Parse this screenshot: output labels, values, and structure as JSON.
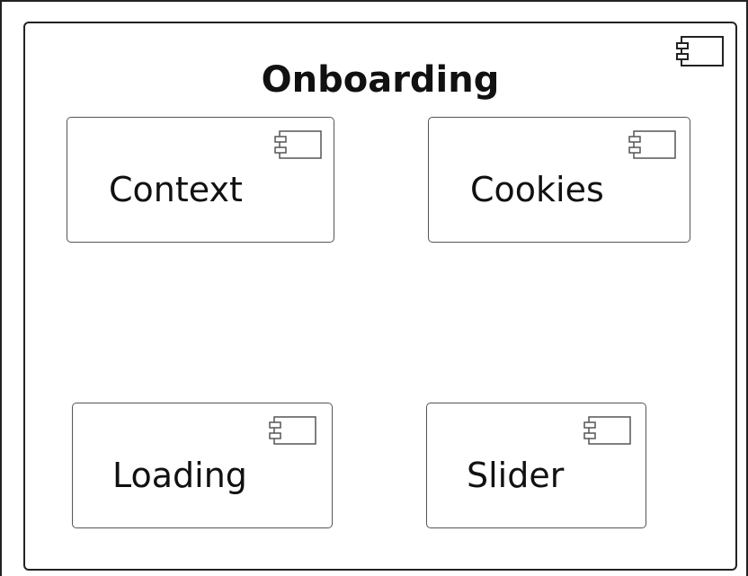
{
  "package": {
    "title": "Onboarding",
    "icon": "uml-component-icon"
  },
  "components": [
    {
      "name": "Context",
      "icon": "uml-component-icon"
    },
    {
      "name": "Cookies",
      "icon": "uml-component-icon"
    },
    {
      "name": "Loading",
      "icon": "uml-component-icon"
    },
    {
      "name": "Slider",
      "icon": "uml-component-icon"
    }
  ],
  "colors": {
    "stroke": "#222222",
    "component_border": "#555555",
    "background": "#ffffff",
    "text": "#111111"
  }
}
